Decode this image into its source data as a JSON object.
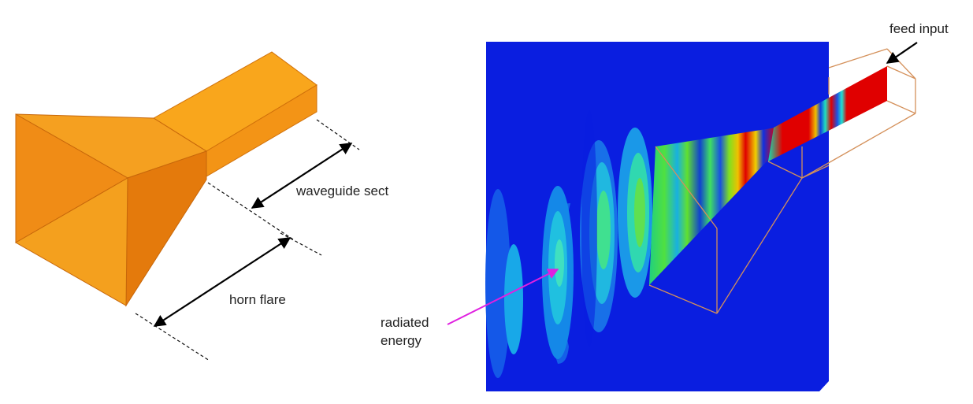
{
  "labels": {
    "waveguide": "waveguide sect",
    "horn_flare": "horn flare",
    "feed_input": "feed input",
    "radiated_line1": "radiated",
    "radiated_line2": "energy"
  },
  "colors": {
    "horn_light": "#F9A61C",
    "horn_mid": "#F39416",
    "horn_dark": "#E47A0C",
    "horn_edge": "#C7670A",
    "field_background": "#0A1EE0",
    "field_hot": "#E00000",
    "arrow_black": "#000000",
    "arrow_magenta": "#E020E0",
    "wireframe": "#D4905A"
  },
  "icons": {
    "horn_model": "horn-antenna-3d-model",
    "simulation": "field-simulation-plot"
  }
}
